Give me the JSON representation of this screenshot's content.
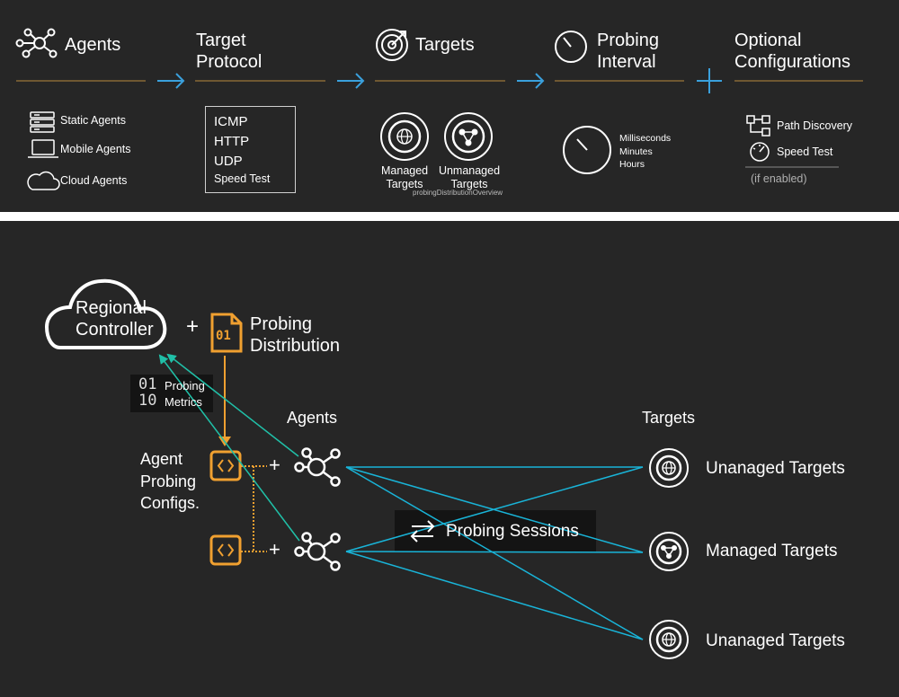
{
  "top": {
    "steps": [
      {
        "id": "agents",
        "title": "Agents",
        "icon": "network-icon"
      },
      {
        "id": "protocol",
        "title": "Target\nProtocol"
      },
      {
        "id": "targets",
        "title": "Targets",
        "icon": "target-icon"
      },
      {
        "id": "interval",
        "title": "Probing\nInterval",
        "icon": "timer-icon"
      },
      {
        "id": "optional",
        "title": "Optional\nConfigurations"
      }
    ],
    "agent_types": [
      {
        "label": "Static Agents",
        "icon": "server-icon"
      },
      {
        "label": "Mobile Agents",
        "icon": "laptop-icon"
      },
      {
        "label": "Cloud Agents",
        "icon": "cloud-icon"
      }
    ],
    "protocols": [
      "ICMP",
      "HTTP",
      "UDP",
      "Speed Test"
    ],
    "target_types": [
      {
        "label": "Managed\nTargets",
        "icon": "globe-icon"
      },
      {
        "label": "Unmanaged\nTargets",
        "icon": "network-globe-icon"
      }
    ],
    "target_caption": "probingDistributionOverview",
    "interval_units": "Milliseconds\nMinutes\nHours",
    "optional_items": [
      {
        "label": "Path Discovery",
        "icon": "path-discovery-icon"
      },
      {
        "label": "Speed Test",
        "icon": "speedometer-icon"
      }
    ],
    "optional_note": "(if enabled)"
  },
  "bottom": {
    "controller": "Regional\nController",
    "plus": "+",
    "distribution": "Probing\nDistribution",
    "distribution_file_code": "01",
    "metrics_code": "01\n10",
    "metrics_label": "Probing\nMetrics",
    "agents_heading": "Agents",
    "targets_heading": "Targets",
    "configs_label": "Agent\nProbing\nConfigs.",
    "sessions_label": "Probing Sessions",
    "targets": [
      {
        "label": "Unanaged Targets",
        "icon": "globe-icon"
      },
      {
        "label": "Managed Targets",
        "icon": "network-globe-icon"
      },
      {
        "label": "Unanaged Targets",
        "icon": "globe-icon"
      }
    ]
  },
  "colors": {
    "background": "#262626",
    "accent_orange": "#f0a030",
    "accent_blue": "#3aa0dc",
    "session_cyan": "#19b4d8",
    "metrics_teal": "#20c0a8",
    "divider": "#b88a3e"
  }
}
